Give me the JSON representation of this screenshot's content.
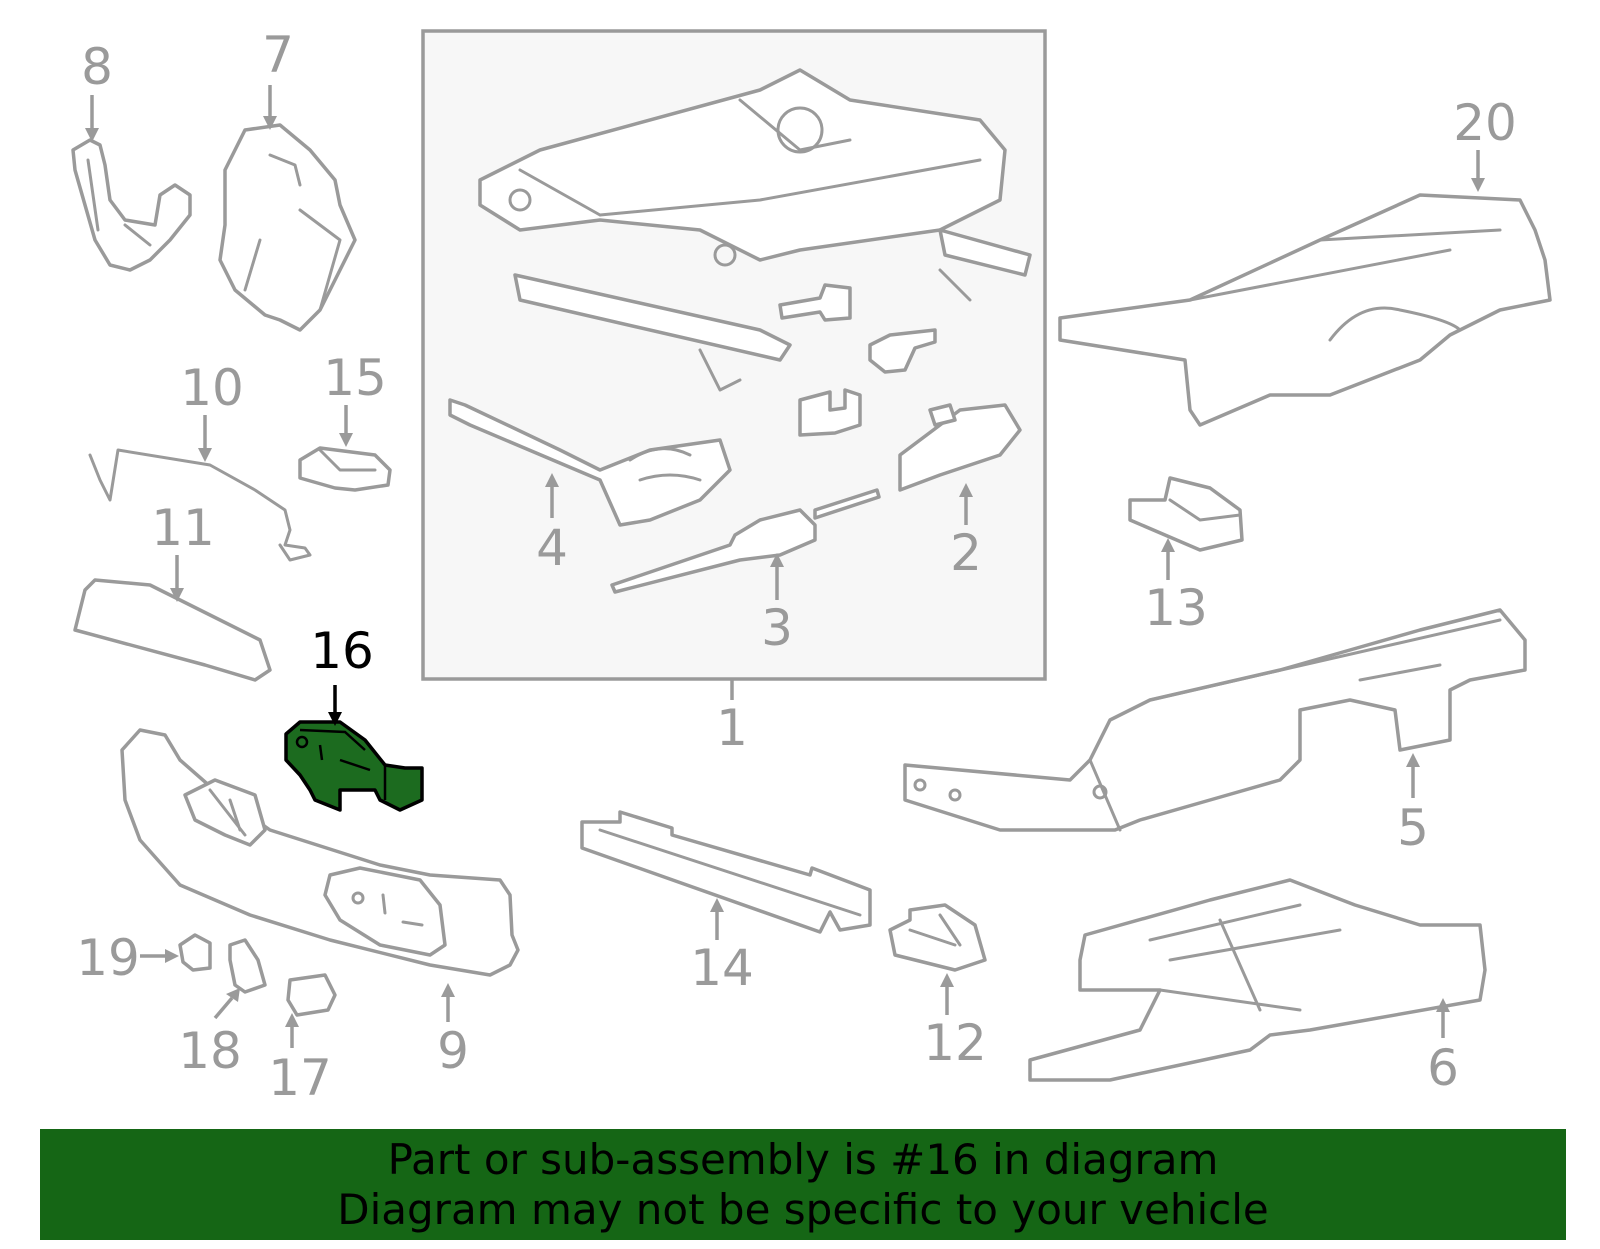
{
  "callouts": {
    "c1": "1",
    "c2": "2",
    "c3": "3",
    "c4": "4",
    "c5": "5",
    "c6": "6",
    "c7": "7",
    "c8": "8",
    "c9": "9",
    "c10": "10",
    "c11": "11",
    "c12": "12",
    "c13": "13",
    "c14": "14",
    "c15": "15",
    "c16": "16",
    "c17": "17",
    "c18": "18",
    "c19": "19",
    "c20": "20"
  },
  "banner": {
    "line1": "Part or sub-assembly is #16 in diagram",
    "line2": "Diagram may not be specific to your vehicle"
  },
  "colors": {
    "highlight_part": "#1c6b1f",
    "banner_bg": "#156615",
    "line_art": "#9a9a9a",
    "inset_bg": "#f7f7f7"
  }
}
